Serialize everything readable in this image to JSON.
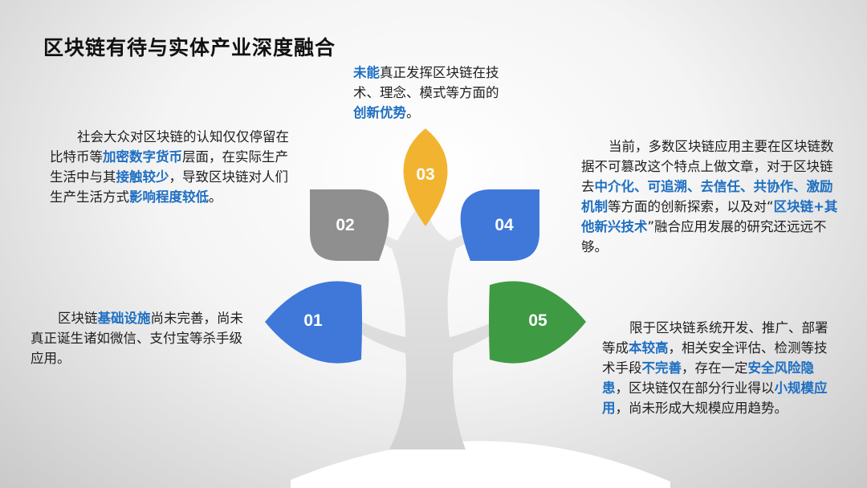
{
  "title": "区块链有待与实体产业深度融合",
  "leaves": [
    {
      "num": "01",
      "color": "#3f78d9"
    },
    {
      "num": "02",
      "color": "#8f8f8f"
    },
    {
      "num": "03",
      "color": "#f2b430"
    },
    {
      "num": "04",
      "color": "#3f78d9"
    },
    {
      "num": "05",
      "color": "#3f9a44"
    }
  ],
  "highlight_color": "#1f6fc2",
  "paragraphs": {
    "p3": [
      {
        "t": "未能",
        "h": true
      },
      {
        "t": "真正发挥区块链在技术、理念、模式等方面的",
        "h": false
      },
      {
        "t": "创新优势",
        "h": true
      },
      {
        "t": "。",
        "h": false
      }
    ],
    "p2": [
      {
        "t": "社会大众对区块链的认知仅仅停留在比特币等",
        "h": false
      },
      {
        "t": "加密数字货币",
        "h": true
      },
      {
        "t": "层面，在实际生产生活中与其",
        "h": false
      },
      {
        "t": "接触较少",
        "h": true
      },
      {
        "t": "，导致区块链对人们生产生活方式",
        "h": false
      },
      {
        "t": "影响程度较低",
        "h": true
      },
      {
        "t": "。",
        "h": false
      }
    ],
    "p4": [
      {
        "t": "当前，多数区块链应用主要在区块链数据不可篡改这个特点上做文章，对于区块链去",
        "h": false
      },
      {
        "t": "中介化、可追溯、去信任、共协作、激励机制",
        "h": true
      },
      {
        "t": "等方面的创新探索，以及对“",
        "h": false
      },
      {
        "t": "区块链+其他新兴技术",
        "h": true
      },
      {
        "t": "”融合应用发展的研究还远远不够。",
        "h": false
      }
    ],
    "p1": [
      {
        "t": "区块链",
        "h": false
      },
      {
        "t": "基础设施",
        "h": true
      },
      {
        "t": "尚未完善，尚未真正诞生诸如微信、支付宝等杀手级应用。",
        "h": false
      }
    ],
    "p5": [
      {
        "t": "限于区块链系统开发、推广、部署等成",
        "h": false
      },
      {
        "t": "本较高",
        "h": true
      },
      {
        "t": "，相关安全评估、检测等技术手段",
        "h": false
      },
      {
        "t": "不完善",
        "h": true
      },
      {
        "t": "，存在一定",
        "h": false
      },
      {
        "t": "安全风险隐患",
        "h": true
      },
      {
        "t": "，区块链仅在部分行业得以",
        "h": false
      },
      {
        "t": "小规模应用",
        "h": true
      },
      {
        "t": "，尚未形成大规模应用趋势。",
        "h": false
      }
    ]
  }
}
